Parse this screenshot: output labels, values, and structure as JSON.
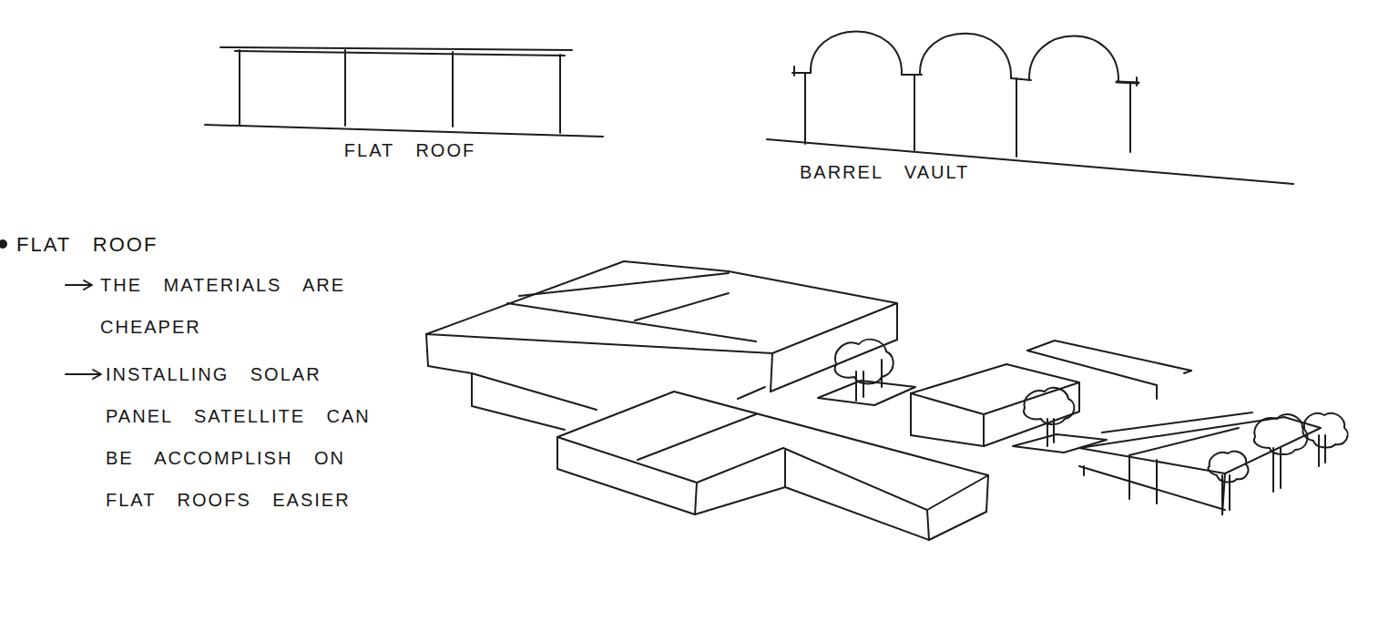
{
  "diagram": {
    "labels": [
      "FLAT ROOF",
      "BARREL VAULT",
      "FLAT ROOF",
      "THE MATERIALS ARE CHEAPER",
      "INSTALLING SOLAR PANEL SATELLITE CAN BE ACCOMPLISH ON FLAT ROOFS EASIER"
    ]
  }
}
